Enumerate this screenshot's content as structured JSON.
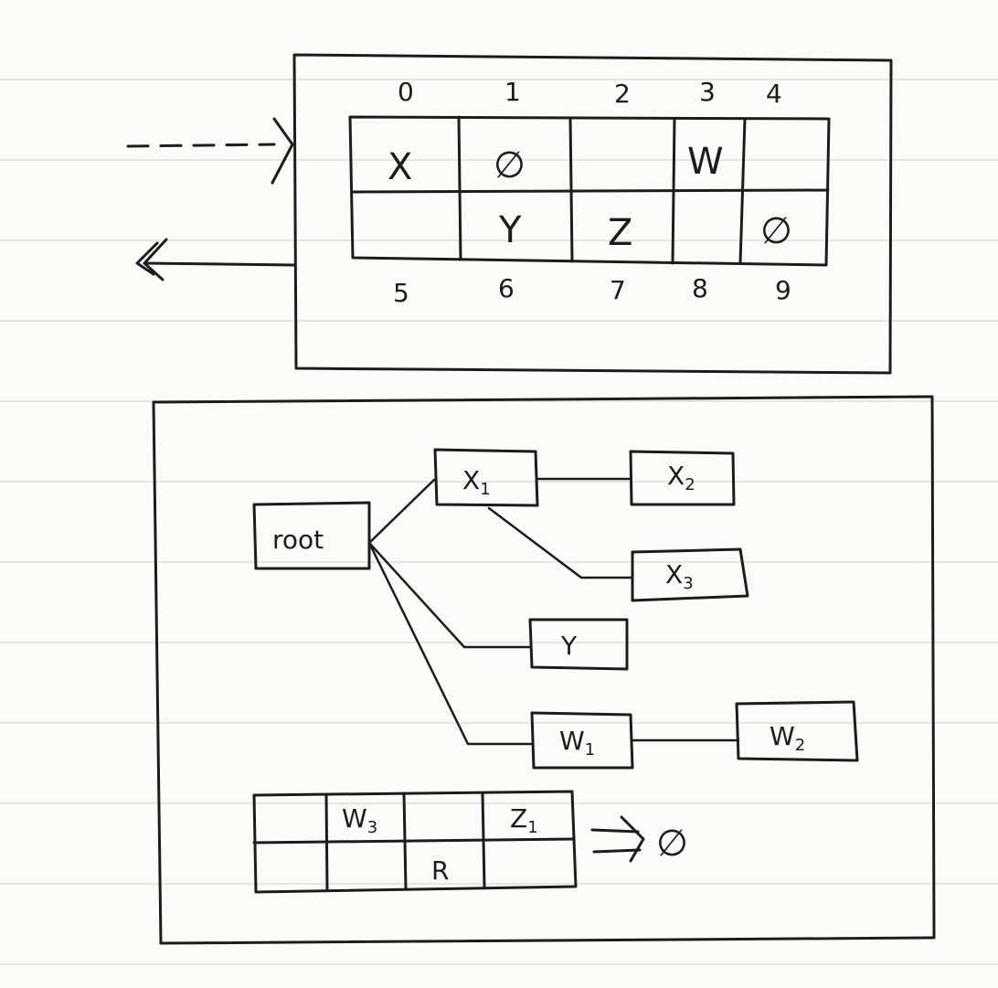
{
  "hash_table": {
    "top_indices": [
      "0",
      "1",
      "2",
      "3",
      "4"
    ],
    "bottom_indices": [
      "5",
      "6",
      "7",
      "8",
      "9"
    ],
    "row1": [
      "X",
      "∅",
      "",
      "W",
      ""
    ],
    "row2": [
      "",
      "Y",
      "Z",
      "",
      "∅"
    ]
  },
  "tree": {
    "root": "root",
    "x1": {
      "base": "X",
      "sub": "1"
    },
    "x2": {
      "base": "X",
      "sub": "2"
    },
    "x3": {
      "base": "X",
      "sub": "3"
    },
    "y": "Y",
    "w1": {
      "base": "W",
      "sub": "1"
    },
    "w2": {
      "base": "W",
      "sub": "2"
    }
  },
  "small_table": {
    "row1": [
      "",
      "W3",
      "",
      "Z1"
    ],
    "row2": [
      "",
      "",
      "R",
      ""
    ],
    "w3": {
      "base": "W",
      "sub": "3"
    },
    "z1": {
      "base": "Z",
      "sub": "1"
    },
    "r": "R",
    "result": "∅"
  }
}
